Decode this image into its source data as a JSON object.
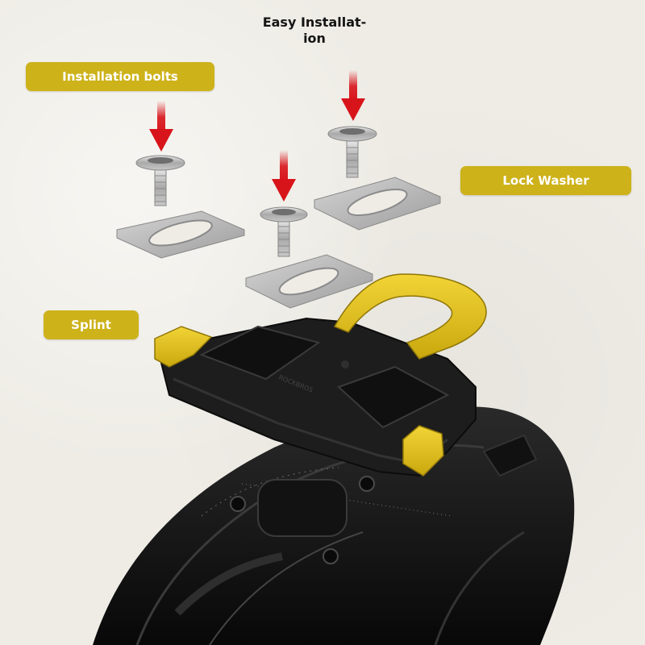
{
  "title": "Easy Installat-\nion",
  "labels": {
    "installation_bolts": "Installation bolts",
    "lock_washer": "Lock Washer",
    "splint": "Splint"
  },
  "colors": {
    "label_bg": "#cdb21a",
    "label_text": "#ffffff",
    "arrow": "#d8141b",
    "cleat_body": "#1c1c1c",
    "cleat_accent": "#e5c41c",
    "washer": "#b7b7b7",
    "background": "#eeece5"
  }
}
